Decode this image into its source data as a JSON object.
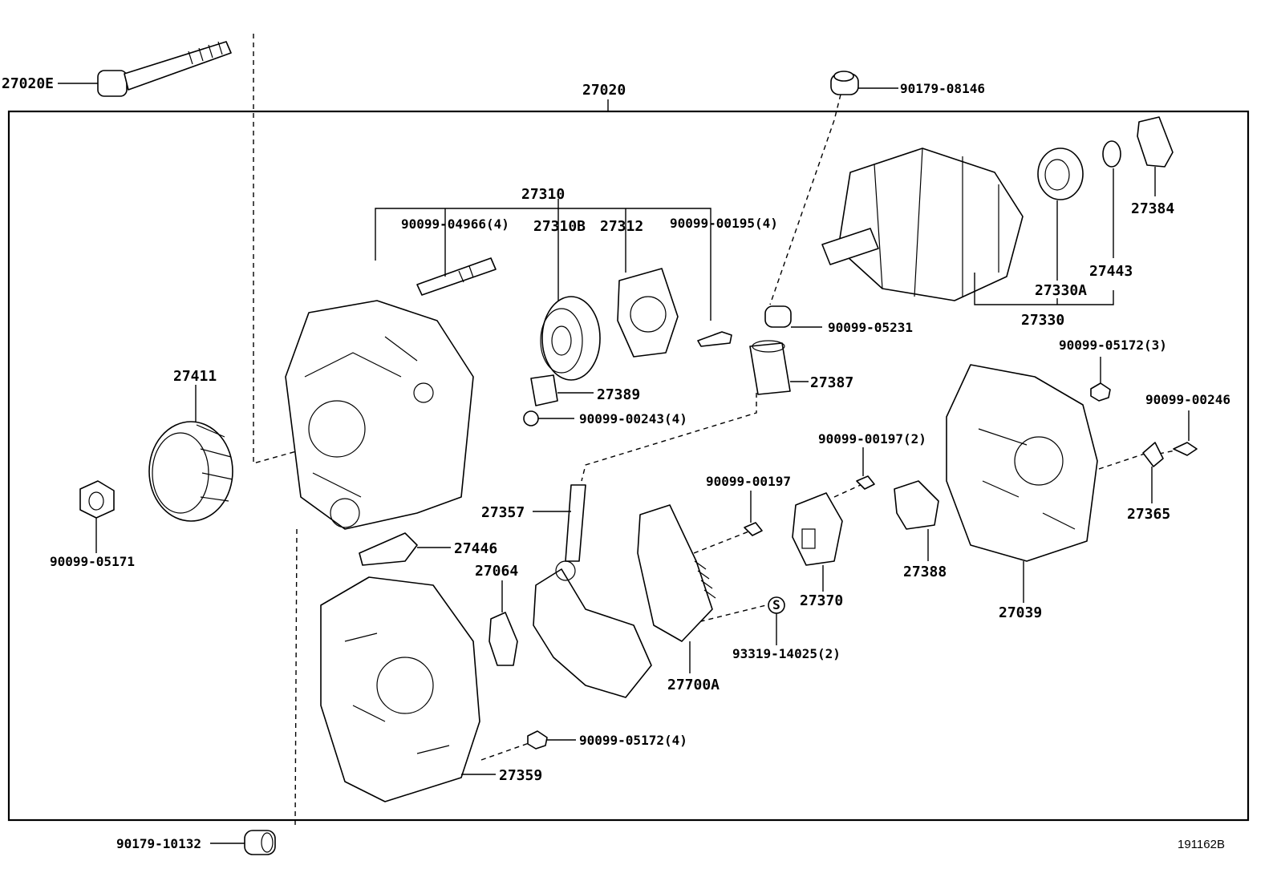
{
  "diagram": {
    "callouts": {
      "p27020E": "27020E",
      "p27020": "27020",
      "p90179_08146": "90179-08146",
      "p27310": "27310",
      "p90099_04966": "90099-04966(4)",
      "p27310B": "27310B",
      "p27312": "27312",
      "p90099_00195": "90099-00195(4)",
      "p27384": "27384",
      "p27443": "27443",
      "p27330A": "27330A",
      "p27330": "27330",
      "p90099_05231": "90099-05231",
      "p90099_05172_3": "90099-05172(3)",
      "p27411": "27411",
      "p27389": "27389",
      "p27387": "27387",
      "p90099_00243": "90099-00243(4)",
      "p90099_00246": "90099-00246",
      "p90099_00197_2": "90099-00197(2)",
      "p90099_00197": "90099-00197",
      "p27357": "27357",
      "p27365": "27365",
      "p90099_05171": "90099-05171",
      "p27446": "27446",
      "p27064": "27064",
      "p27388": "27388",
      "p27370": "27370",
      "p27039": "27039",
      "p93319_14025": "93319-14025(2)",
      "p27700A": "27700A",
      "p90099_05172_4": "90099-05172(4)",
      "p27359": "27359",
      "p90179_10132": "90179-10132"
    },
    "s_marker": "S",
    "figure_code": "191162B"
  }
}
